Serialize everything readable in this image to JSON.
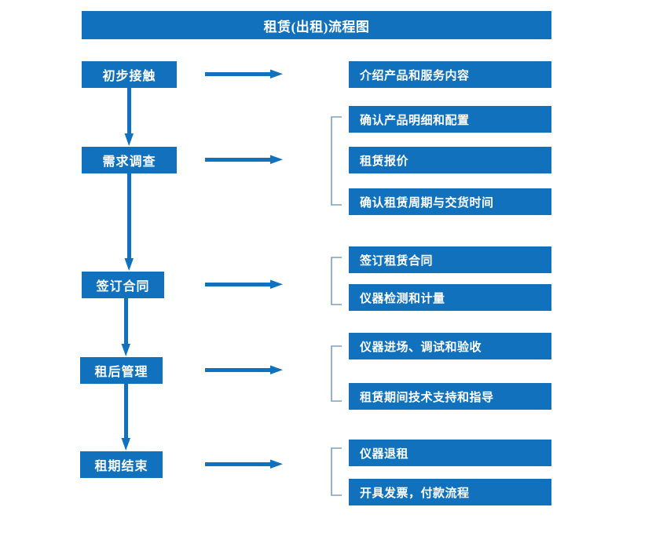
{
  "diagram": {
    "title": "租赁(出租)流程图",
    "colors": {
      "box_fill": "#1271bd",
      "box_text": "#ffffff",
      "arrow": "#1271bd",
      "bracket": "#7d9fc4",
      "background": "#ffffff"
    },
    "stages": [
      {
        "id": "stage-1",
        "label": "初步接触",
        "details": [
          "介绍产品和服务内容"
        ],
        "bracket": false
      },
      {
        "id": "stage-2",
        "label": "需求调查",
        "details": [
          "确认产品明细和配置",
          "租赁报价",
          "确认租赁周期与交货时间"
        ],
        "bracket": true
      },
      {
        "id": "stage-3",
        "label": "签订合同",
        "details": [
          "签订租赁合同",
          "仪器检测和计量"
        ],
        "bracket": true
      },
      {
        "id": "stage-4",
        "label": "租后管理",
        "details": [
          "仪器进场、调试和验收",
          "租赁期间技术支持和指导"
        ],
        "bracket": true
      },
      {
        "id": "stage-5",
        "label": "租期结束",
        "details": [
          "仪器退租",
          "开具发票，付款流程"
        ],
        "bracket": true
      }
    ],
    "detail_boxes_flat": [
      "介绍产品和服务内容",
      "确认产品明细和配置",
      "租赁报价",
      "确认租赁周期与交货时间",
      "签订租赁合同",
      "仪器检测和计量",
      "仪器进场、调试和验收",
      "租赁期间技术支持和指导",
      "仪器退租",
      "开具发票，付款流程"
    ]
  }
}
